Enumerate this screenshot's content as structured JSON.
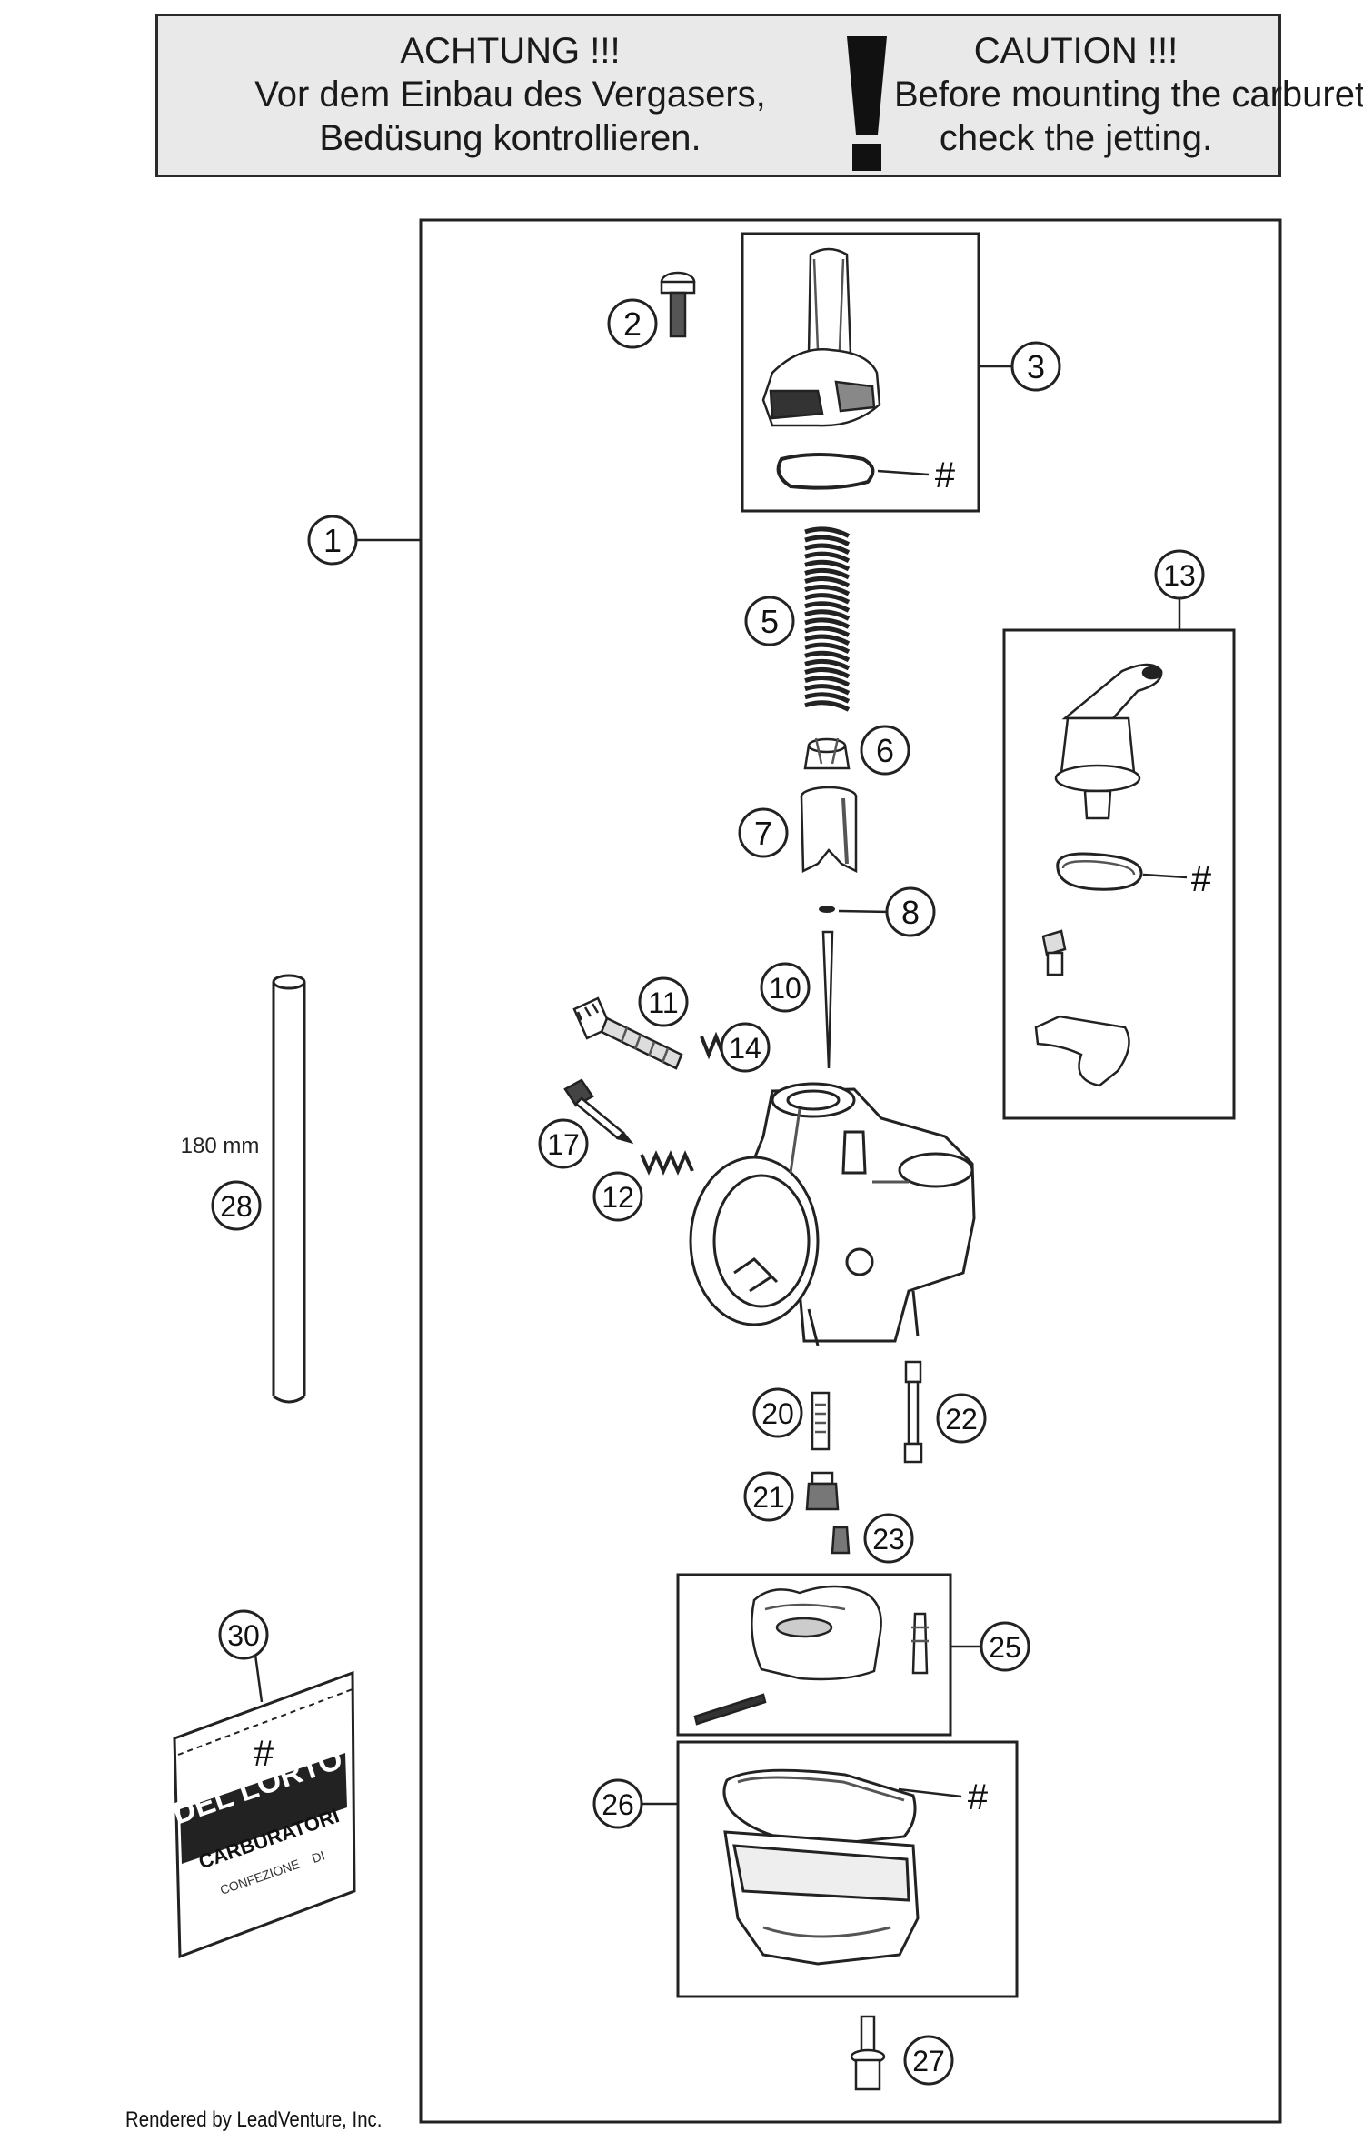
{
  "warning": {
    "de_title": "ACHTUNG !!!",
    "de_line1": "Vor dem Einbau des Vergasers,",
    "de_line2": "Bedüsung kontrollieren.",
    "en_title": "CAUTION !!!",
    "en_line1": "Before mounting the carburetor,",
    "en_line2": "check the jetting.",
    "mark": "!"
  },
  "callouts": {
    "c1": "1",
    "c2": "2",
    "c3": "3",
    "c5": "5",
    "c6": "6",
    "c7": "7",
    "c8": "8",
    "c10": "10",
    "c11": "11",
    "c12": "12",
    "c13": "13",
    "c14": "14",
    "c17": "17",
    "c20": "20",
    "c21": "21",
    "c22": "22",
    "c23": "23",
    "c25": "25",
    "c26": "26",
    "c27": "27",
    "c28": "28",
    "c30": "30"
  },
  "hash": "#",
  "tube_length": "180 mm",
  "packet": {
    "brand": "DEL LORTO",
    "label": "CARBURATORI",
    "line1": "CONFEZIONE",
    "line2": "DI"
  },
  "credit": "Rendered by LeadVenture, Inc."
}
